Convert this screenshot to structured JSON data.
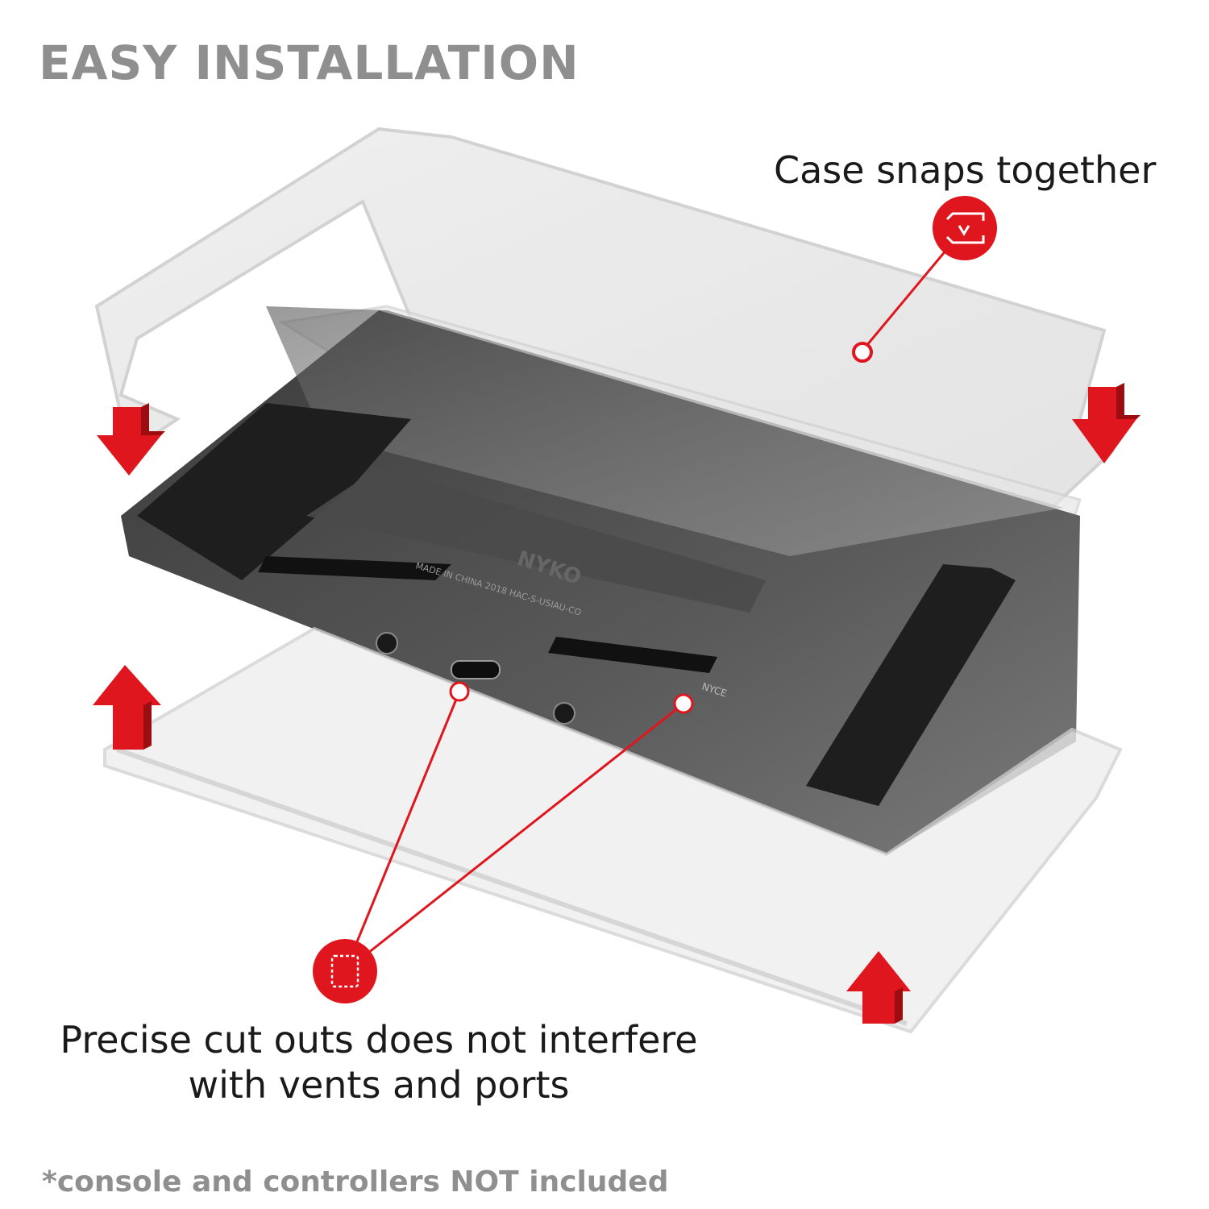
{
  "headline": "EASY INSTALLATION",
  "callouts": {
    "snap": {
      "caption": "Case snaps together",
      "icon": "snap-together-icon"
    },
    "cutouts": {
      "caption": "Precise cut outs does not interfere with vents and ports",
      "icon": "cutout-frame-icon"
    }
  },
  "disclaimer": "*console and controllers NOT included",
  "product_text": {
    "brand_mark": "NYKO",
    "label_line": "MADE IN CHINA  2018  HAC-S-USIAU-CO",
    "small_mark": "NYCE"
  },
  "colors": {
    "accent_red": "#e0161e",
    "heading_gray": "#8f8f8f",
    "case_clear": "#d9d9d9",
    "console_dark": "#2b2b2b"
  }
}
